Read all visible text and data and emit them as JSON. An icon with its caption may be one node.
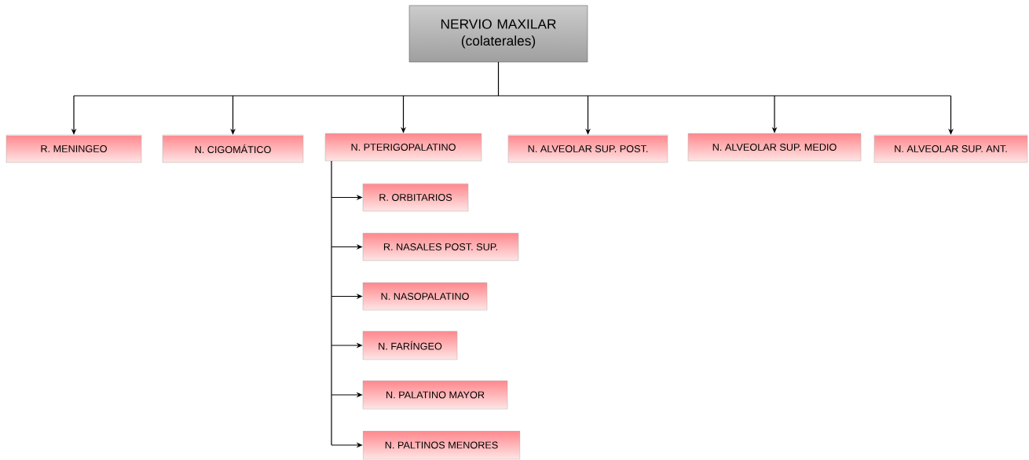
{
  "diagram": {
    "nodes": [
      {
        "text": [
          "NERVIO MAXILAR (colaterales)"
        ]
      },
      {
        "text": [
          "R. MENINGEO"
        ]
      },
      {
        "text": [
          "N. CIGOMÁTICO"
        ]
      },
      {
        "text": [
          "N. PTERIGOPALATINO"
        ]
      },
      {
        "text": [
          "N. ALVEOLAR SUP. POST."
        ]
      },
      {
        "text": [
          "N. ALVEOLAR SUP. MEDIO"
        ]
      },
      {
        "text": [
          "N. ALVEOLAR SUP. ANT."
        ]
      },
      {
        "text": [
          "R. ORBITARIOS"
        ]
      },
      {
        "text": [
          "R. NASALES POST. SUP."
        ]
      },
      {
        "text": [
          "N. NASOPALATINO"
        ]
      },
      {
        "text": [
          "N. FARÍNGEO"
        ]
      },
      {
        "text": [
          "N. PALATINO MAYOR"
        ]
      },
      {
        "text": [
          "N. PALTINOS MENORES"
        ]
      }
    ],
    "edges": [
      {
        "from": 0,
        "to": 1,
        "arrow": "to"
      },
      {
        "from": 0,
        "to": 2,
        "arrow": "to"
      },
      {
        "from": 0,
        "to": 3,
        "arrow": "to"
      },
      {
        "from": 0,
        "to": 4,
        "arrow": "to"
      },
      {
        "from": 0,
        "to": 5,
        "arrow": "to"
      },
      {
        "from": 0,
        "to": 6,
        "arrow": "to"
      },
      {
        "from": 3,
        "to": 7,
        "arrow": "to"
      },
      {
        "from": 3,
        "to": 8,
        "arrow": "to"
      },
      {
        "from": 3,
        "to": 9,
        "arrow": "to"
      },
      {
        "from": 3,
        "to": 10,
        "arrow": "to"
      },
      {
        "from": 3,
        "to": 11,
        "arrow": "to"
      },
      {
        "from": 3,
        "to": 12,
        "arrow": "to"
      }
    ]
  }
}
